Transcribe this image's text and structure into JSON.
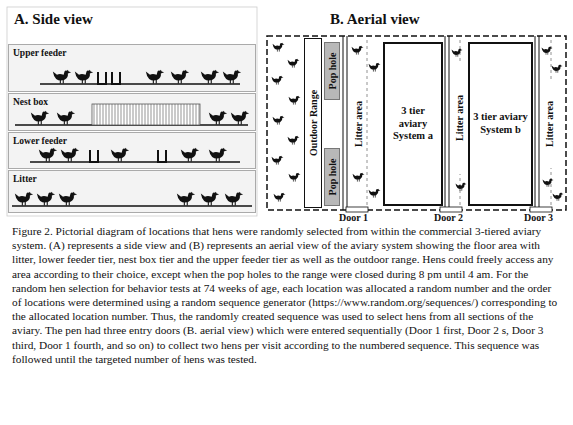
{
  "diagram": {
    "caption": "Figure 2. Pictorial diagram of locations that hens were randomly selected from within the commercial 3-tiered aviary system. (A) represents a side view and (B) represents an aerial view of the aviary system showing the floor area with litter, lower feeder tier, nest box tier and the upper feeder tier as well as the outdoor range. Hens could freely access any area according to their choice, except when the pop holes to the range were closed during 8 pm until 4 am. For the random hen selection for behavior tests at 74 weeks of age, each location was allocated a random number and the order of locations were determined using a random sequence generator (https://www.random.org/sequences/) corresponding to the allocated location number. Thus, the randomly created sequence was used to select hens from all sections of the aviary. The pen had three entry doors (B. aerial view) which were entered sequentially (Door 1 first, Door 2 s, Door 3 third, Door 1 fourth, and so on) to collect two hens per visit according to the numbered sequence. This sequence was followed until the targeted number of hens was tested.",
    "nodes": [
      {
        "text": [
          "Upper feeder"
        ]
      },
      {
        "text": [
          "Nest box"
        ]
      },
      {
        "text": [
          "Lower feeder"
        ]
      },
      {
        "text": [
          "Litter"
        ]
      },
      {
        "text": [
          "Outdoor Range"
        ]
      },
      {
        "text": [
          "Pop hole"
        ]
      },
      {
        "text": [
          "Pop hole"
        ]
      },
      {
        "text": [
          "Litter area"
        ]
      },
      {
        "text": [
          "3 tier aviary System a"
        ]
      },
      {
        "text": [
          "Litter area"
        ]
      },
      {
        "text": [
          "3 tier aviary System b"
        ]
      },
      {
        "text": [
          "Litter area"
        ]
      }
    ],
    "labels": [
      "A. Side view",
      "B. Aerial view",
      "Door 1",
      "Door 2",
      "Door 3"
    ]
  }
}
